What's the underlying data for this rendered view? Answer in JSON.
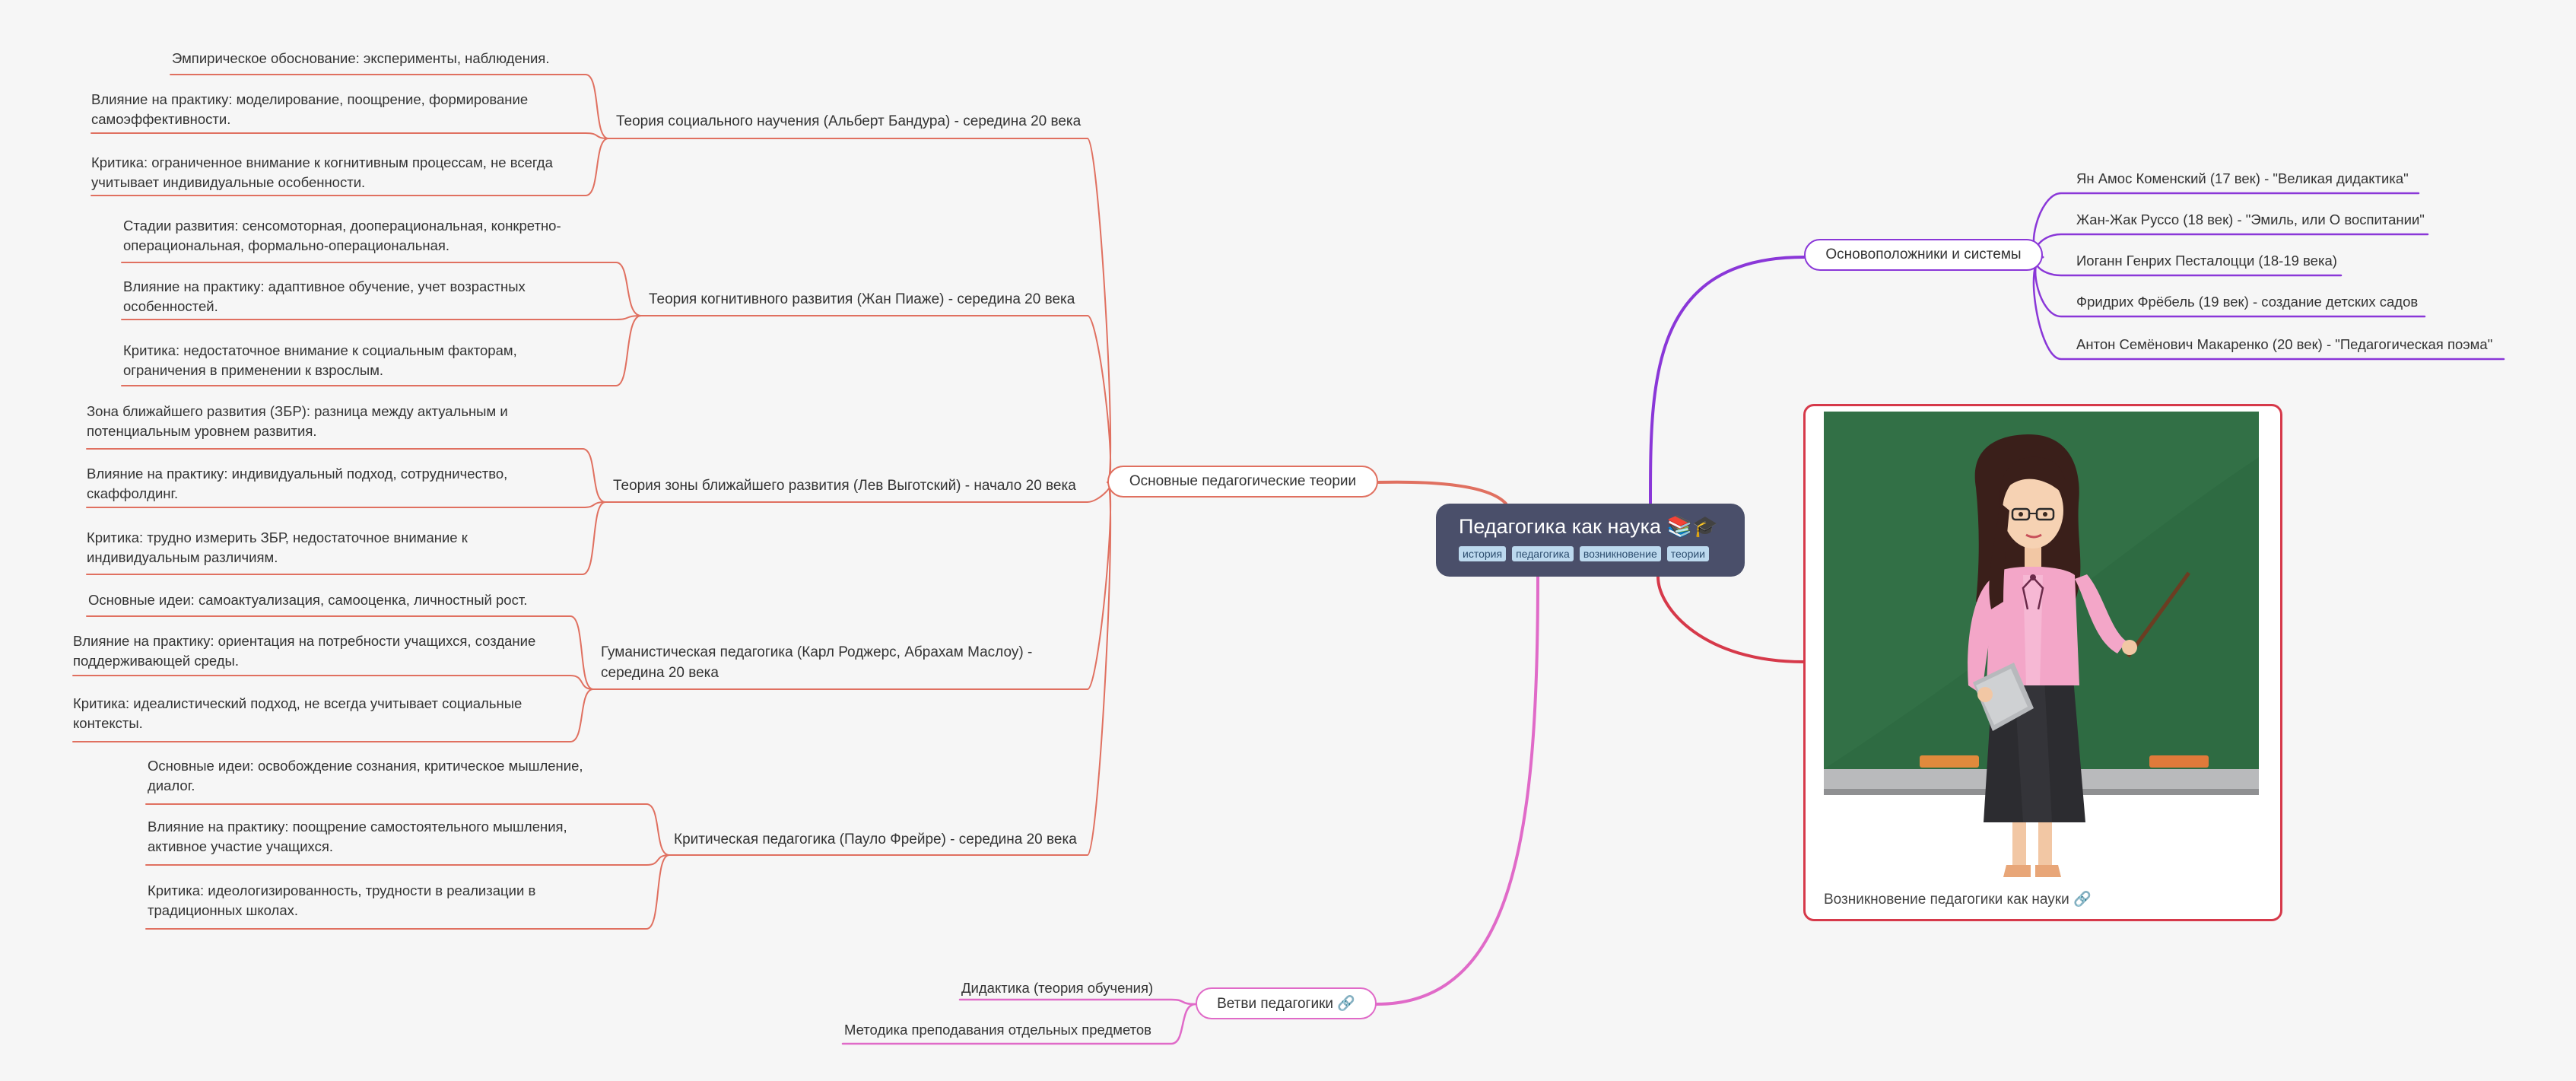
{
  "colors": {
    "theories": "#e07060",
    "founders": "#8a37d8",
    "branches": "#e06ac8",
    "card": "#d6394a",
    "root_bg": "#4a4f6a",
    "tag_bg": "#bcd9ee"
  },
  "root": {
    "title": "Педагогика как наука 📚🎓",
    "tags": [
      "история",
      "педагогика",
      "возникновение",
      "теории"
    ]
  },
  "founders": {
    "label": "Основоположники и системы",
    "items": [
      "Ян Амос Коменский (17 век) - \"Великая дидактика\"",
      "Жан-Жак Руссо (18 век) - \"Эмиль, или О воспитании\"",
      "Иоганн Генрих Песталоцци (18-19 века)",
      "Фридрих Фрёбель (19 век) - создание детских садов",
      "Антон Семёнович Макаренко (20 век) - \"Педагогическая поэма\""
    ]
  },
  "card": {
    "caption": "Возникновение педагогики как науки 🔗",
    "image_icon": "teacher-illustration"
  },
  "theories": {
    "label": "Основные педагогические теории",
    "items": [
      {
        "title": "Теория социального научения (Альберт Бандура) - середина 20 века",
        "details": [
          "Эмпирическое обоснование:  эксперименты, наблюдения.",
          "Влияние на практику:  моделирование, поощрение, формирование самоэффективности.",
          "Критика:  ограниченное внимание к когнитивным процессам,  не всегда учитывает индивидуальные особенности."
        ]
      },
      {
        "title": "Теория когнитивного развития (Жан Пиаже) - середина 20 века",
        "details": [
          "Стадии развития:  сенсомоторная, дооперациональная, конкретно-операциональная, формально-операциональная.",
          "Влияние на практику:  адаптивное обучение,  учет возрастных особенностей.",
          "Критика:  недостаточное внимание к социальным факторам,  ограничения в применении к взрослым."
        ]
      },
      {
        "title": "Теория зоны ближайшего развития (Лев Выготский) - начало 20 века",
        "details": [
          "Зона ближайшего развития (ЗБР):  разница между актуальным и потенциальным уровнем развития.",
          "Влияние на практику:  индивидуальный подход,  сотрудничество, скаффолдинг.",
          "Критика:  трудно измерить ЗБР,  недостаточное внимание к индивидуальным различиям."
        ]
      },
      {
        "title": "Гуманистическая педагогика (Карл Роджерс, Абрахам Маслоу) - середина 20 века",
        "details": [
          "Основные идеи:  самоактуализация,  самооценка,  личностный рост.",
          "Влияние на практику:  ориентация на потребности учащихся, создание поддерживающей среды.",
          "Критика:  идеалистический подход,  не всегда учитывает социальные контексты."
        ]
      },
      {
        "title": "Критическая педагогика (Пауло Фрейре) - середина 20 века",
        "details": [
          "Основные идеи:  освобождение сознания,  критическое мышление, диалог.",
          "Влияние на практику:  поощрение самостоятельного мышления, активное участие учащихся.",
          "Критика:  идеологизированность,  трудности в реализации в традиционных школах."
        ]
      }
    ]
  },
  "branches": {
    "label": "Ветви педагогики 🔗",
    "items": [
      "Дидактика (теория обучения)",
      "Методика преподавания отдельных предметов"
    ]
  }
}
